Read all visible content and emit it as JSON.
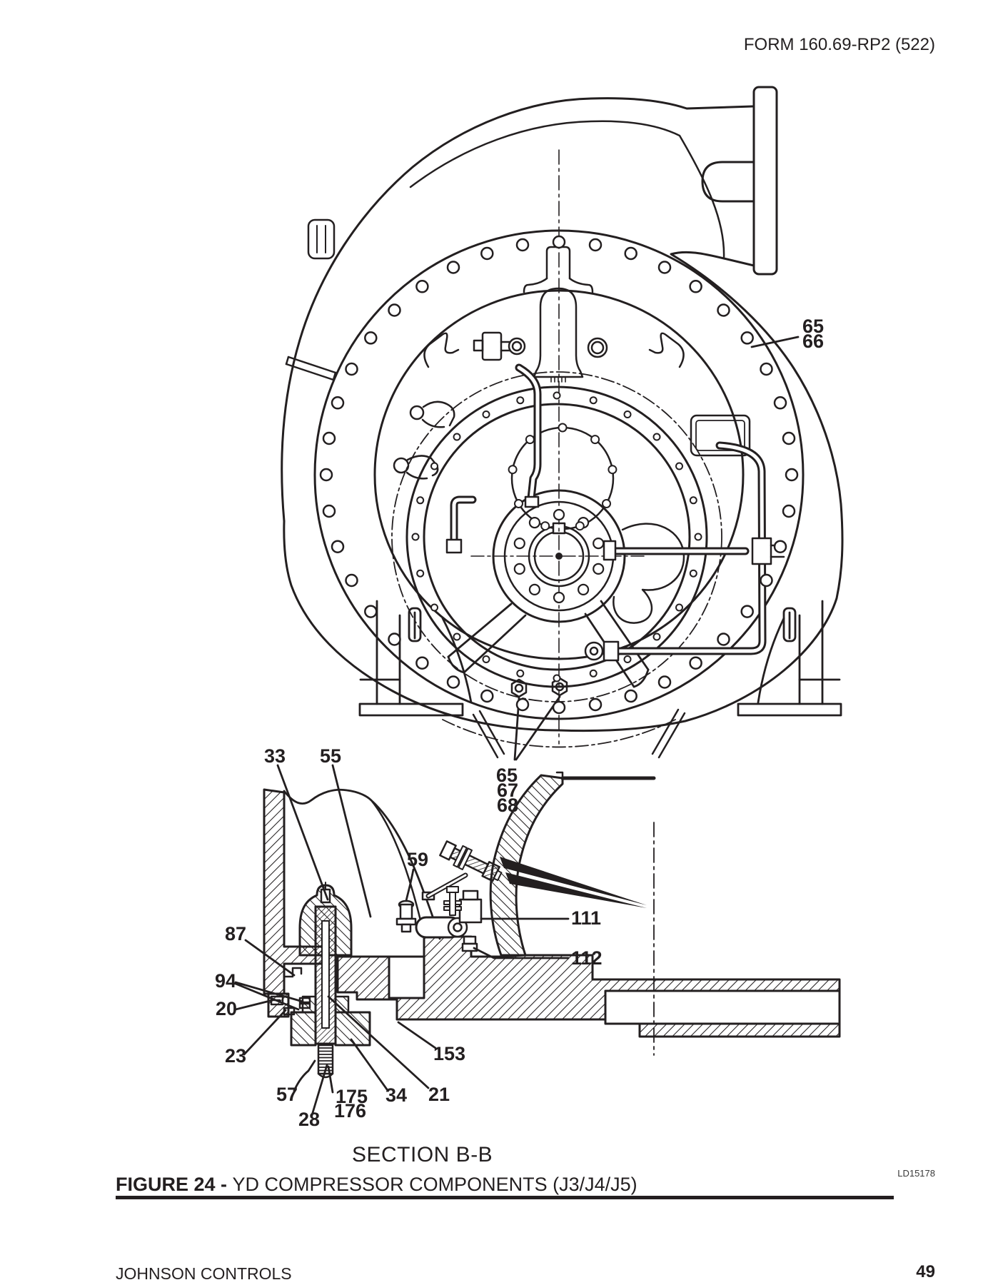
{
  "header": {
    "form_number": "FORM 160.69-RP2 (522)"
  },
  "figure": {
    "section_label": "SECTION B-B",
    "caption_bold": "FIGURE 24 - ",
    "caption_rest": "YD COMPRESSOR COMPONENTS (J3/J4/J5)",
    "drawing_code": "LD15178"
  },
  "footer": {
    "company": "JOHNSON CONTROLS",
    "page_number": "49"
  },
  "colors": {
    "ink": "#231f20",
    "paper": "#ffffff"
  },
  "callouts": {
    "main": {
      "c65": "65",
      "c66": "66"
    },
    "bottom_stack": {
      "c65": "65",
      "c67": "67",
      "c68": "68"
    },
    "section": {
      "c33": "33",
      "c55": "55",
      "c59": "59",
      "c87": "87",
      "c94": "94",
      "c20": "20",
      "c23": "23",
      "c57": "57",
      "c28": "28",
      "c175": "175",
      "c176": "176",
      "c34": "34",
      "c21": "21",
      "c153": "153",
      "c111": "111",
      "c112": "112"
    }
  }
}
